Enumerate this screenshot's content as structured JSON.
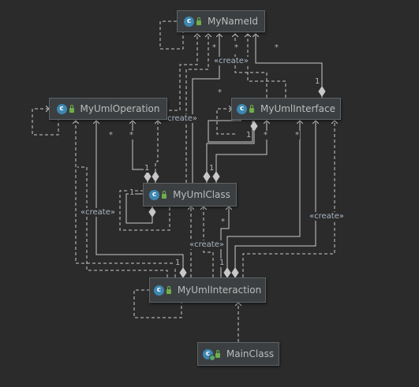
{
  "nodes": {
    "mynameid": {
      "label": "MyNameId",
      "icon": "class-icon",
      "icon_glyph": "c"
    },
    "myumloperation": {
      "label": "MyUmlOperation",
      "icon": "class-icon",
      "icon_glyph": "c"
    },
    "myumlinterface": {
      "label": "MyUmlInterface",
      "icon": "class-icon",
      "icon_glyph": "c"
    },
    "myumlclass": {
      "label": "MyUmlClass",
      "icon": "class-icon",
      "icon_glyph": "c"
    },
    "myumlinteraction": {
      "label": "MyUmlInteraction",
      "icon": "class-icon",
      "icon_glyph": "c"
    },
    "mainclass": {
      "label": "MainClass",
      "icon": "runnable-class-icon",
      "icon_glyph": "c"
    }
  },
  "labels": {
    "create": "«create»",
    "many": "*",
    "one": "1"
  },
  "colors": {
    "background": "#2b2b2b",
    "node_fill": "#3c3f41",
    "edge": "#c8c8c8",
    "class_icon": "#3d87b1"
  }
}
